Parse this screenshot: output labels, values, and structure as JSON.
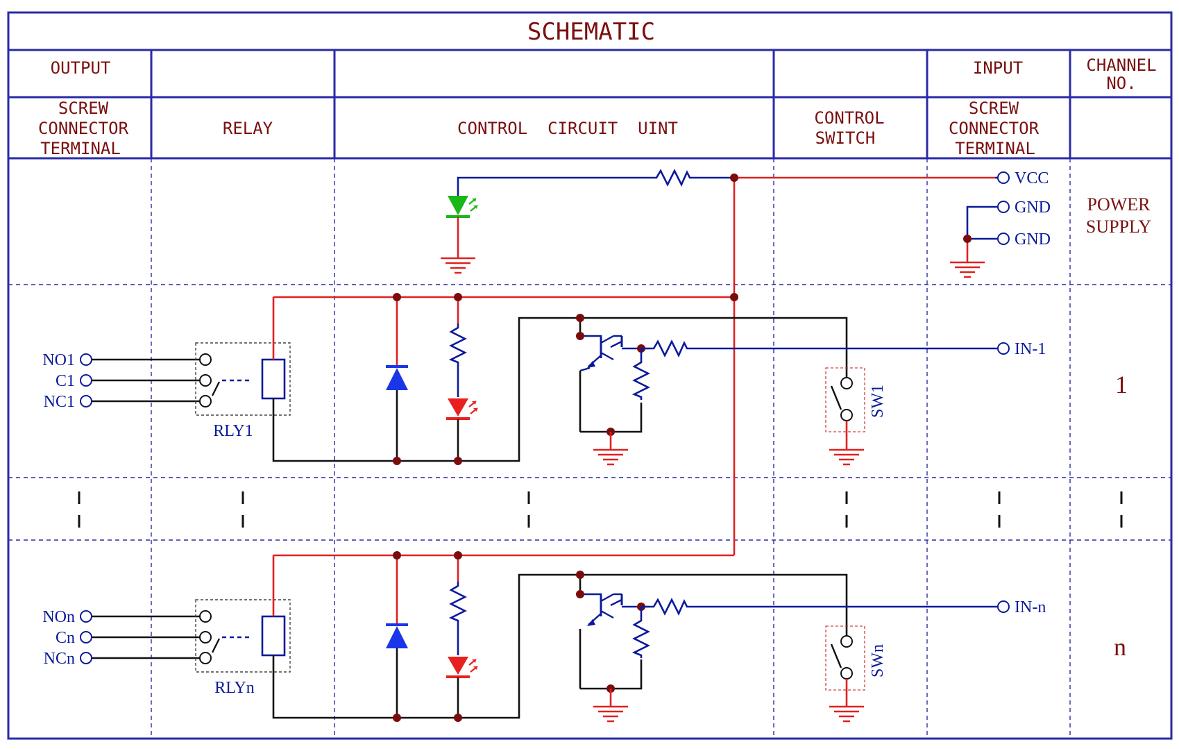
{
  "title": "SCHEMATIC",
  "header": {
    "output": "OUTPUT",
    "input": "INPUT",
    "channel_no": [
      "CHANNEL",
      "NO."
    ]
  },
  "columns": {
    "screw_out": [
      "SCREW",
      "CONNECTOR",
      "TERMINAL"
    ],
    "relay": "RELAY",
    "control_circuit": "CONTROL  CIRCUIT  UINT",
    "control_switch": [
      "CONTROL",
      "SWITCH"
    ],
    "screw_in": [
      "SCREW",
      "CONNECTOR",
      "TERMINAL"
    ]
  },
  "power": {
    "vcc": "VCC",
    "gnd1": "GND",
    "gnd2": "GND",
    "label": [
      "POWER",
      "SUPPLY"
    ]
  },
  "channel1": {
    "no": "NO1",
    "c": "C1",
    "nc": "NC1",
    "relay": "RLY1",
    "switch": "SW1",
    "input": "IN-1",
    "number": "1"
  },
  "channeln": {
    "no": "NOn",
    "c": "Cn",
    "nc": "NCn",
    "relay": "RLYn",
    "switch": "SWn",
    "input": "IN-n",
    "number": "n"
  },
  "colors": {
    "frame": "#2a2aa8",
    "header_text": "#7a1010",
    "wire_blue": "#0a1a9a",
    "wire_red": "#e02020",
    "wire_black": "#111111",
    "node": "#7a0c0c",
    "led_green": "#18b818",
    "led_red": "#e82020",
    "diode_blue": "#1a36e8"
  }
}
